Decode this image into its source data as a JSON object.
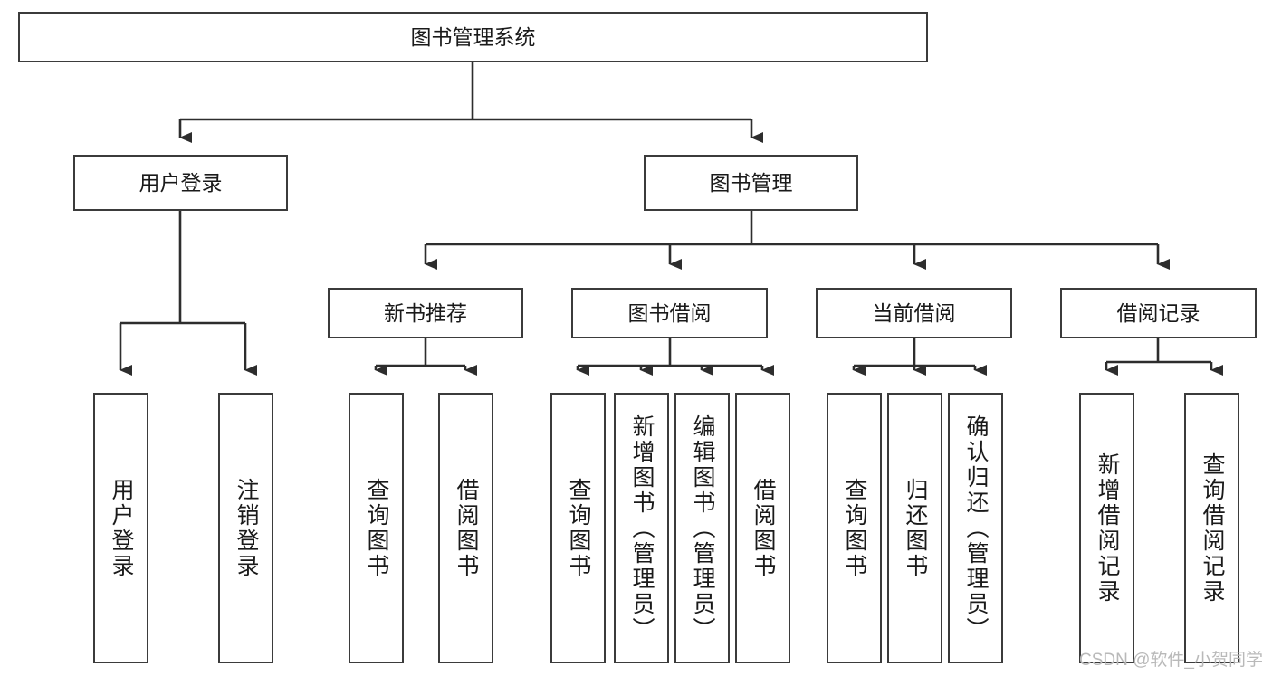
{
  "diagram": {
    "title_node": {
      "label": "图书管理系统"
    },
    "level1": [
      {
        "id": "user-login",
        "label": "用户登录"
      },
      {
        "id": "book-management",
        "label": "图书管理"
      }
    ],
    "level2": [
      {
        "id": "new-book-recommend",
        "label": "新书推荐"
      },
      {
        "id": "book-borrow",
        "label": "图书借阅"
      },
      {
        "id": "current-borrow",
        "label": "当前借阅"
      },
      {
        "id": "borrow-record",
        "label": "借阅记录"
      }
    ],
    "leaves": {
      "user_login": [
        {
          "id": "leaf-user-login",
          "label": "用户登录"
        },
        {
          "id": "leaf-logout-login",
          "label": "注销登录"
        }
      ],
      "new_book_recommend": [
        {
          "id": "leaf-query-book-1",
          "label": "查询图书"
        },
        {
          "id": "leaf-borrow-book-1",
          "label": "借阅图书"
        }
      ],
      "book_borrow": [
        {
          "id": "leaf-query-book-2",
          "label": "查询图书"
        },
        {
          "id": "leaf-add-book",
          "label": "新增图书（管理员）"
        },
        {
          "id": "leaf-edit-book",
          "label": "编辑图书（管理员）"
        },
        {
          "id": "leaf-borrow-book-2",
          "label": "借阅图书"
        }
      ],
      "current_borrow": [
        {
          "id": "leaf-query-book-3",
          "label": "查询图书"
        },
        {
          "id": "leaf-return-book",
          "label": "归还图书"
        },
        {
          "id": "leaf-confirm-return",
          "label": "确认归还（管理员）"
        }
      ],
      "borrow_record": [
        {
          "id": "leaf-add-record",
          "label": "新增借阅记录"
        },
        {
          "id": "leaf-query-record",
          "label": "查询借阅记录"
        }
      ]
    }
  },
  "watermark": {
    "text": "CSDN @软件_小贺同学"
  },
  "colors": {
    "border": "#3b3b3b",
    "text": "#1a1a1a",
    "background": "#ffffff",
    "watermark": "#b9b9b9"
  }
}
